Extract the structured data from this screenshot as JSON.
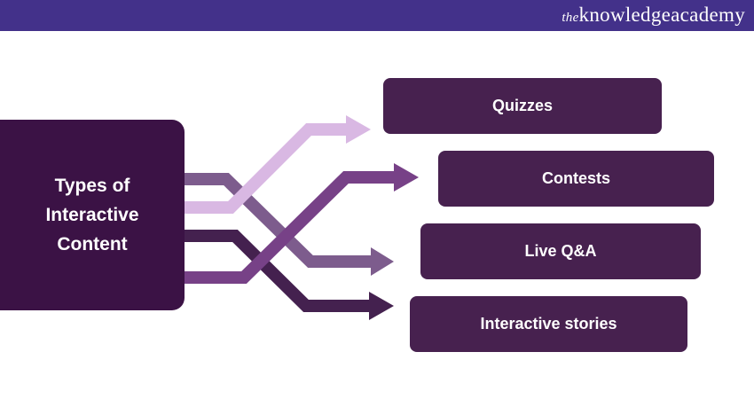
{
  "header": {
    "logo_prefix": "the",
    "logo_main": "knowledgeacademy"
  },
  "diagram": {
    "source": "Types of Interactive Content",
    "targets": [
      "Quizzes",
      "Contests",
      "Live Q&A",
      "Interactive stories"
    ],
    "colors": {
      "light": "#d9b8e3",
      "medium": "#774187",
      "muted": "#7d5c8d",
      "dark": "#44214f",
      "box": "#47214f",
      "source": "#3b1245",
      "header": "#43318a"
    }
  }
}
